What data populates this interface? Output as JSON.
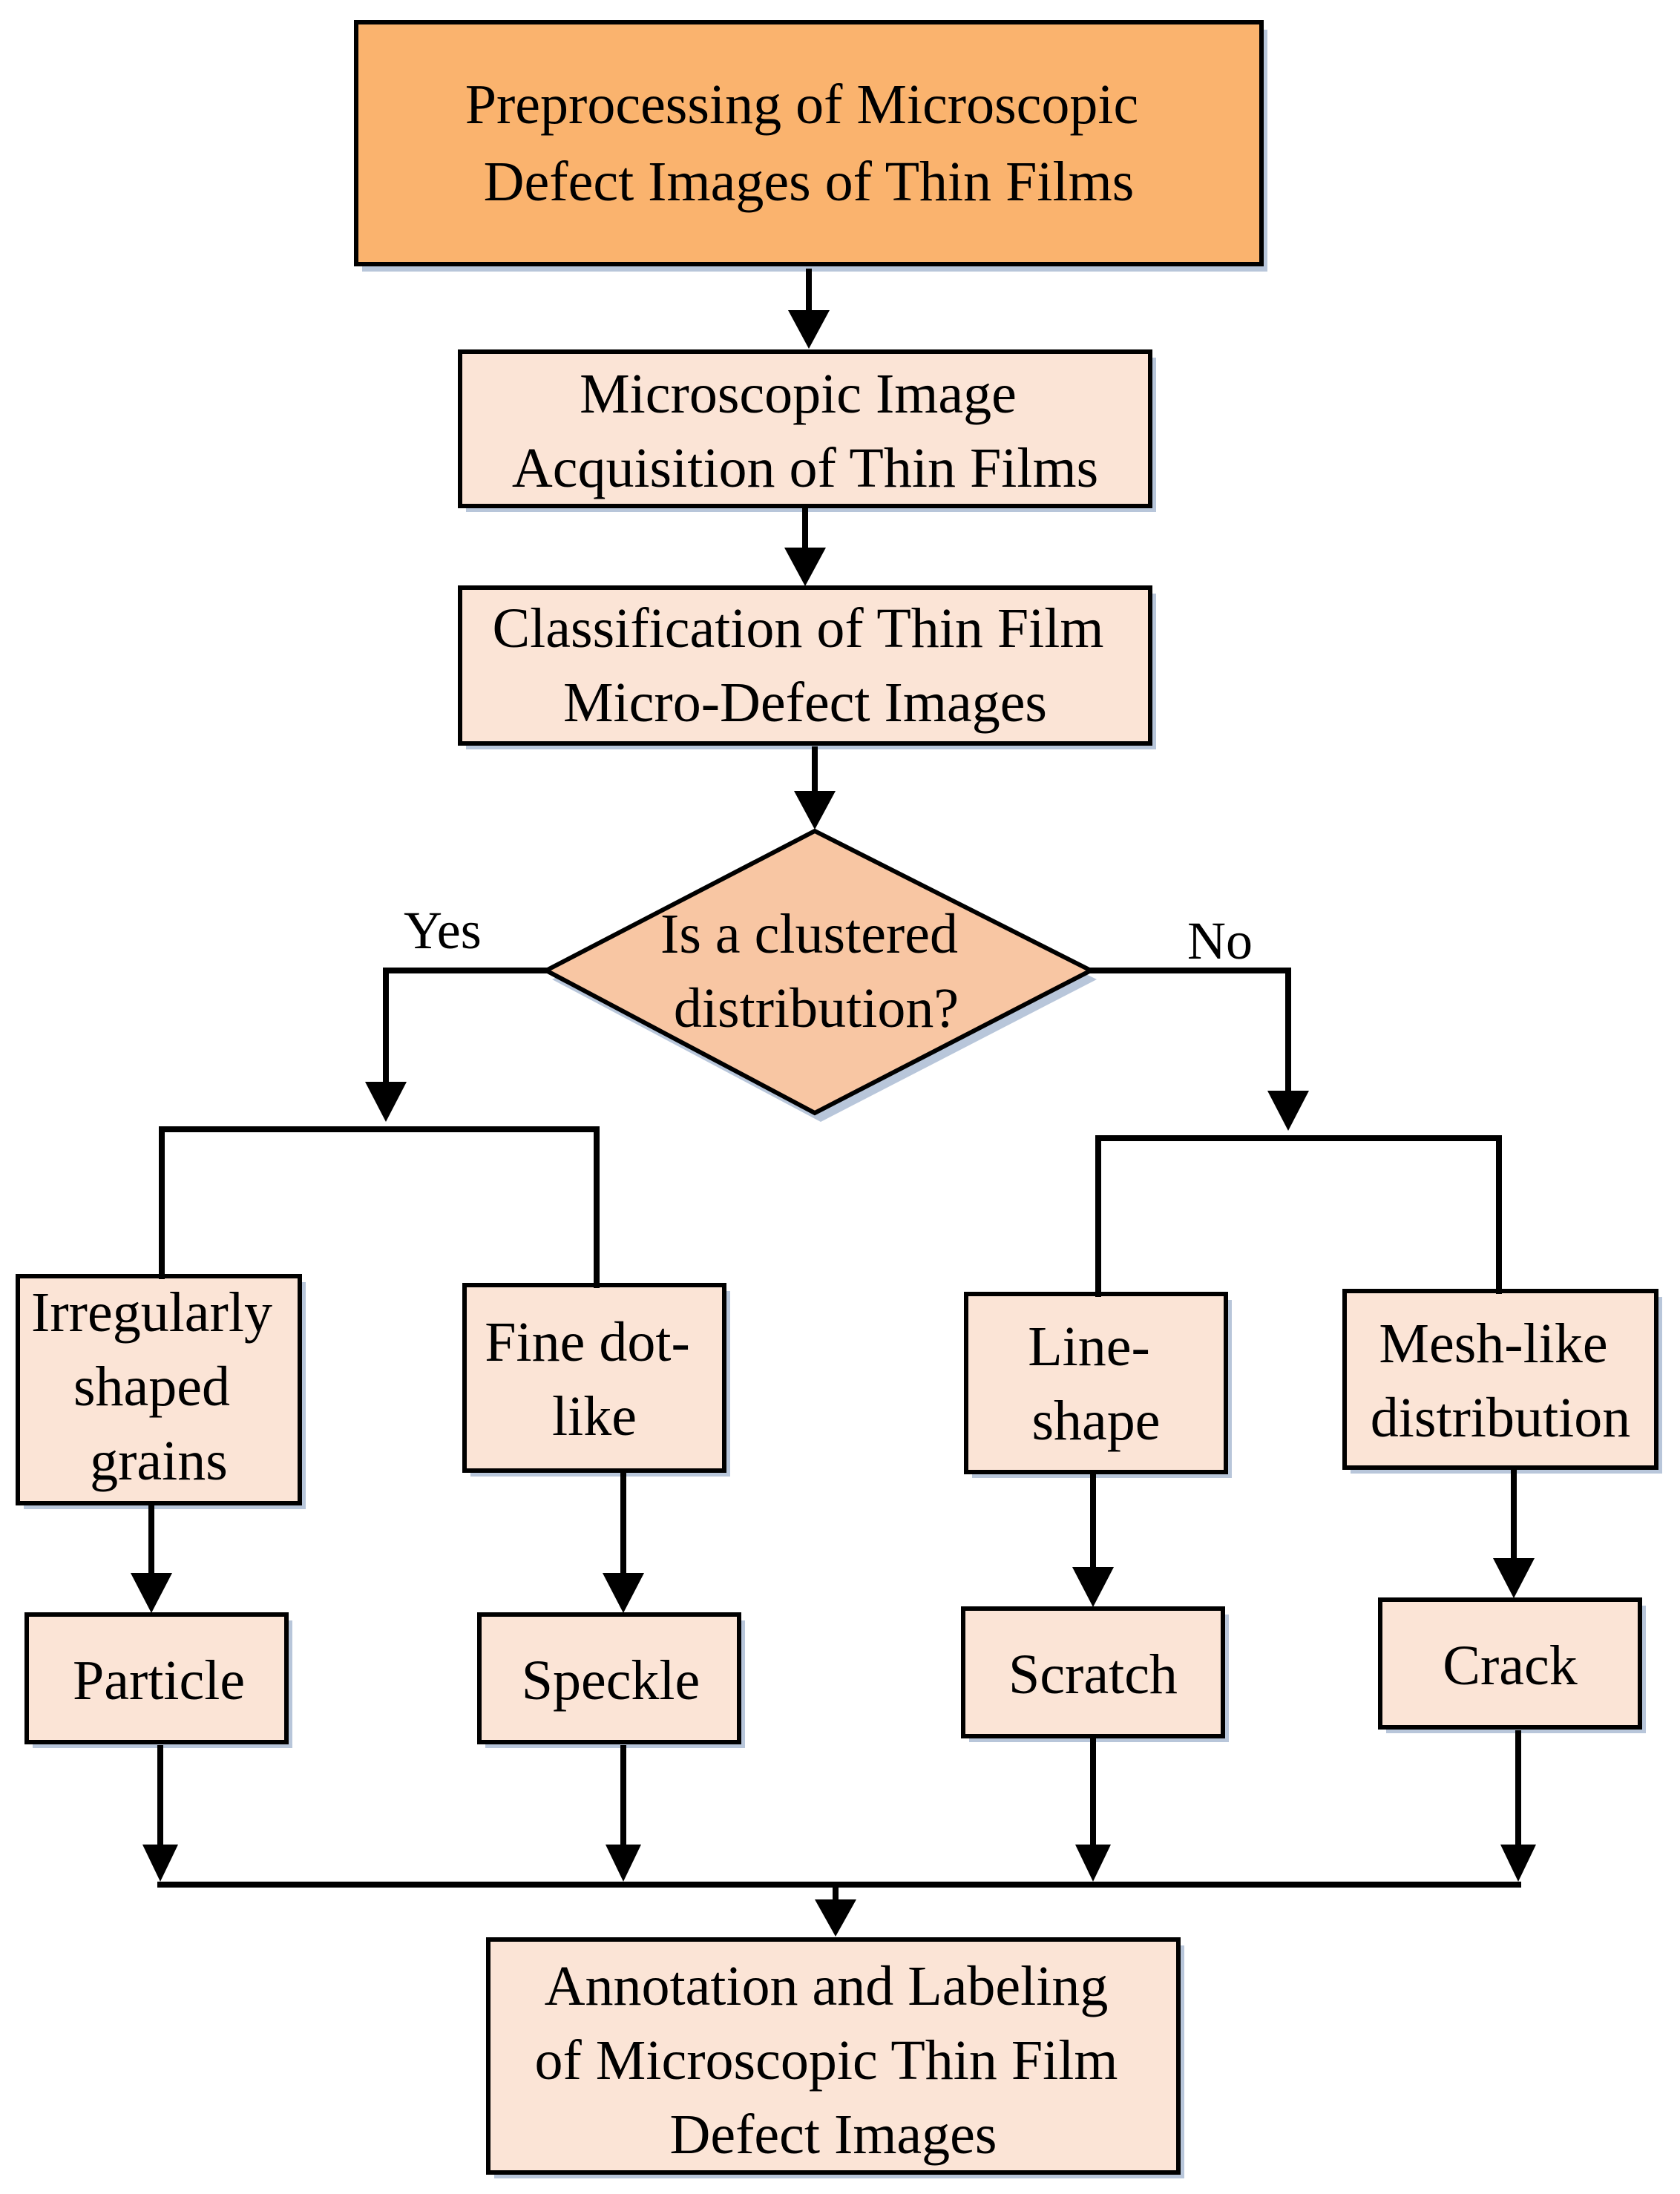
{
  "colors": {
    "top_box_fill": "#FAB36E",
    "box_fill": "#FBE4D6",
    "decision_fill": "#F8C6A3",
    "stroke": "#000000",
    "shadow": "#B8C6DA"
  },
  "nodes": {
    "preprocessing": [
      "Preprocessing of Microscopic",
      "Defect Images of Thin Films"
    ],
    "acquisition": [
      "Microscopic Image",
      "Acquisition of Thin Films"
    ],
    "classification": [
      "Classification of Thin Film",
      "Micro-Defect Images"
    ],
    "decision": [
      "Is a clustered",
      "distribution?"
    ],
    "irregular": [
      "Irregularly",
      "shaped",
      "grains"
    ],
    "fine_dot": [
      "Fine dot-",
      "like"
    ],
    "line_shape": [
      "Line-",
      "shape"
    ],
    "mesh_like": [
      "Mesh-like",
      "distribution"
    ],
    "particle": [
      "Particle"
    ],
    "speckle": [
      "Speckle"
    ],
    "scratch": [
      "Scratch"
    ],
    "crack": [
      "Crack"
    ],
    "annotation": [
      "Annotation and Labeling",
      "of Microscopic Thin Film",
      "Defect Images"
    ]
  },
  "edge_labels": {
    "yes": "Yes",
    "no": "No"
  }
}
